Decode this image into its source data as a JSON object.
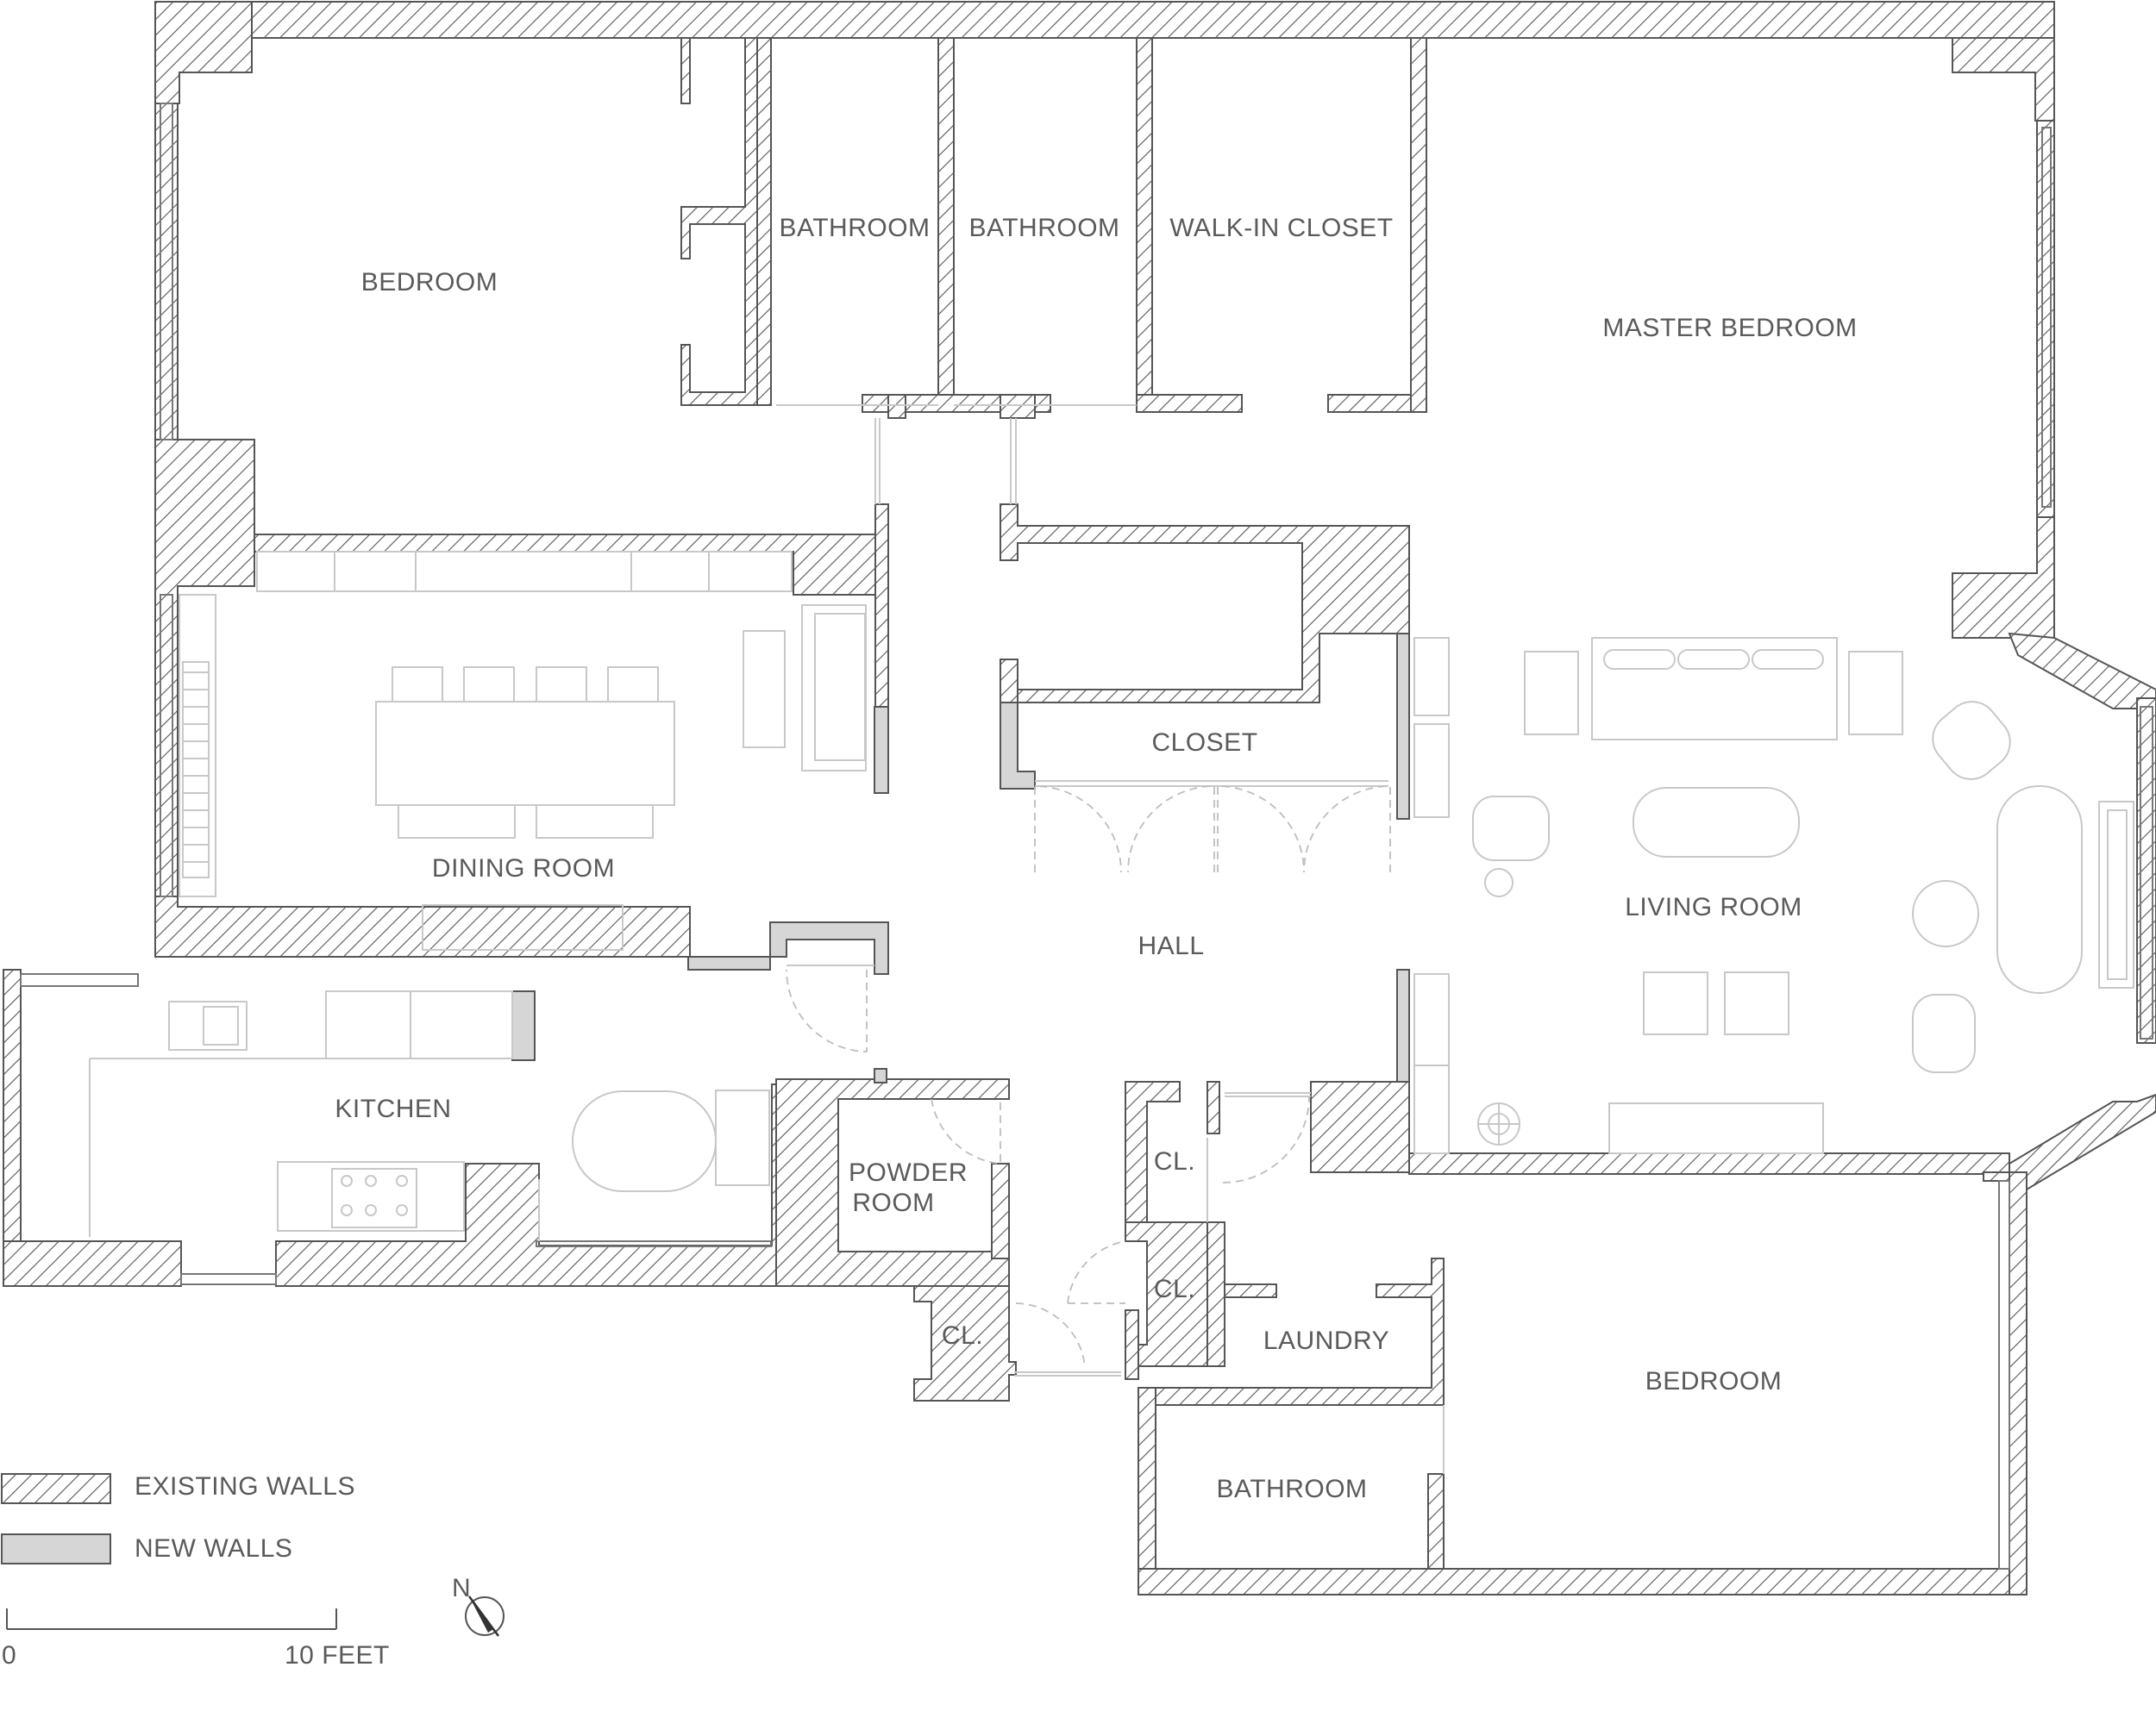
{
  "rooms": {
    "bedroom_nw": "BEDROOM",
    "bathroom_1": "BATHROOM",
    "bathroom_2": "BATHROOM",
    "walk_in_closet": "WALK-IN CLOSET",
    "master_bedroom": "MASTER BEDROOM",
    "closet": "CLOSET",
    "dining_room": "DINING ROOM",
    "hall": "HALL",
    "living_room": "LIVING ROOM",
    "kitchen": "KITCHEN",
    "powder_room_line1": "POWDER",
    "powder_room_line2": "ROOM",
    "cl_1": "CL.",
    "cl_2": "CL.",
    "cl_3": "CL.",
    "laundry": "LAUNDRY",
    "bedroom_se": "BEDROOM",
    "bathroom_3": "BATHROOM"
  },
  "legend": {
    "existing_walls": "EXISTING WALLS",
    "new_walls": "NEW WALLS"
  },
  "scale": {
    "start": "0",
    "end": "10 FEET"
  },
  "north": "N",
  "colors": {
    "wall_stroke": "#555555",
    "hatch": "#555555",
    "new_wall_fill": "#d6d6d6",
    "fixture_stroke": "#c8c8c8",
    "label": "#5a5a5a"
  }
}
